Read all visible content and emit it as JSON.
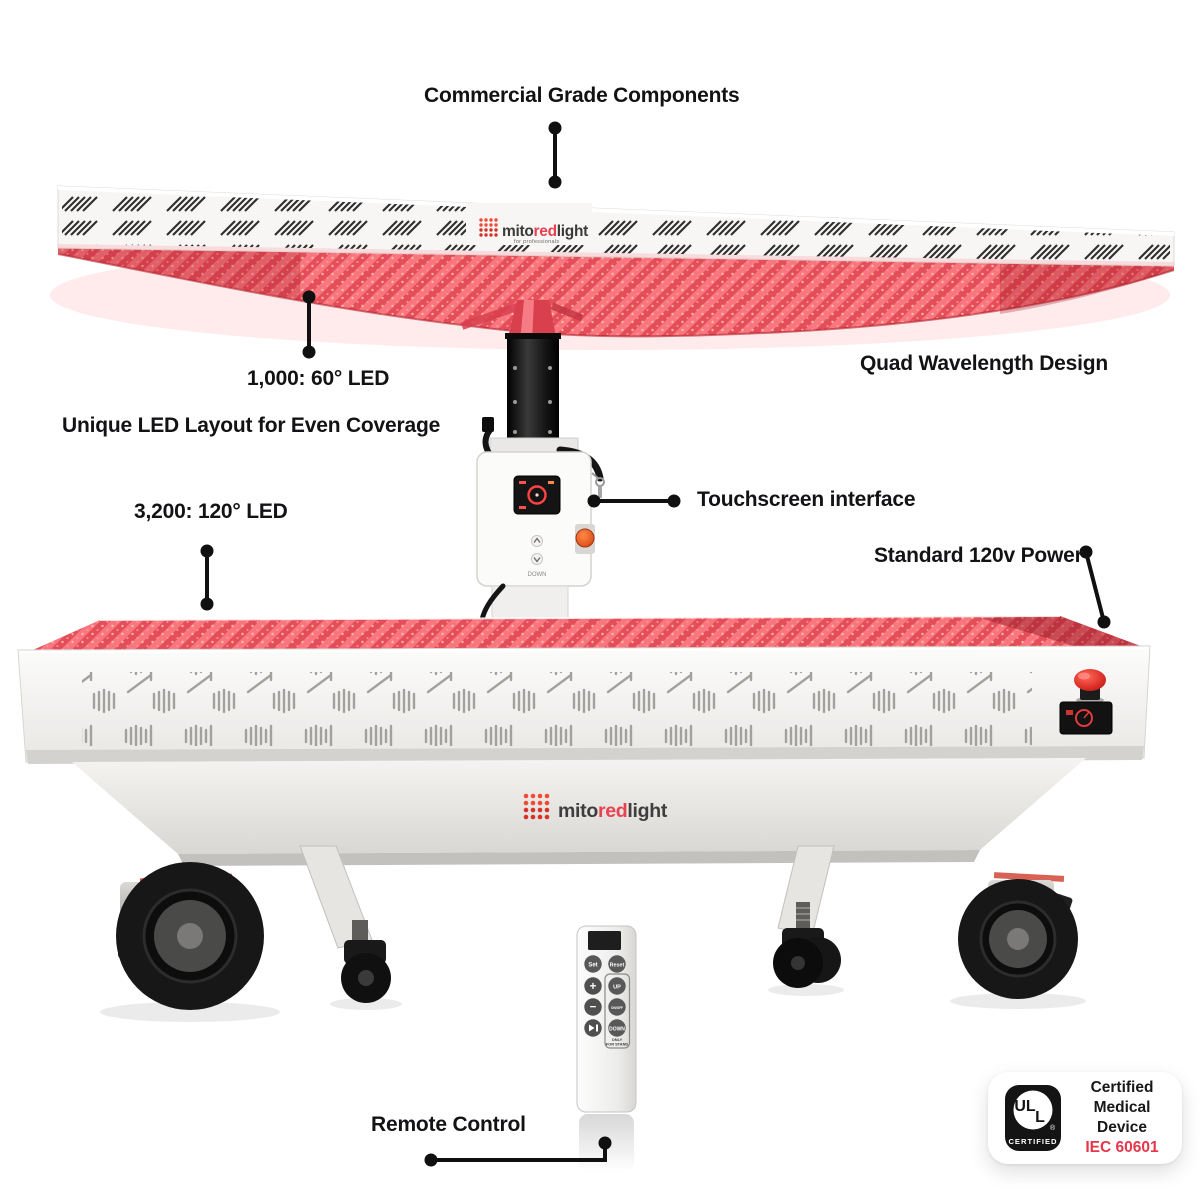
{
  "callouts": {
    "commercial_grade": "Commercial Grade Components",
    "led_60": "1,000: 60° LED",
    "unique_layout": "Unique LED Layout for Even Coverage",
    "led_120": "3,200: 120° LED",
    "quad_wavelength": "Quad Wavelength Design",
    "touchscreen": "Touchscreen interface",
    "power": "Standard 120v Power",
    "remote_control": "Remote Control"
  },
  "brand": {
    "mito": "mito",
    "red": "red",
    "light": "light",
    "tagline": "for professionals"
  },
  "control_box": {
    "down_label": "DOWN"
  },
  "remote": {
    "btn_set": "Set",
    "btn_reset": "Reset",
    "btn_plus": "+",
    "btn_minus": "−",
    "btn_up": "UP",
    "btn_mid": "ON/OFF",
    "btn_down": "DOWN",
    "stand_note_line1": "ONLY",
    "stand_note_line2": "FOR STAND"
  },
  "certification": {
    "ul_letters": "UL",
    "ul_certified": "CERTIFIED",
    "registered": "®",
    "line1": "Certified",
    "line2": "Medical",
    "line3": "Device",
    "standard": "IEC 60601"
  },
  "colors": {
    "label_text": "#131316",
    "led_red": "#f4606c",
    "brand_red": "#e8414f",
    "estop_red": "#d92b25",
    "cert_red": "#e5364a",
    "callout_line": "#101010"
  }
}
